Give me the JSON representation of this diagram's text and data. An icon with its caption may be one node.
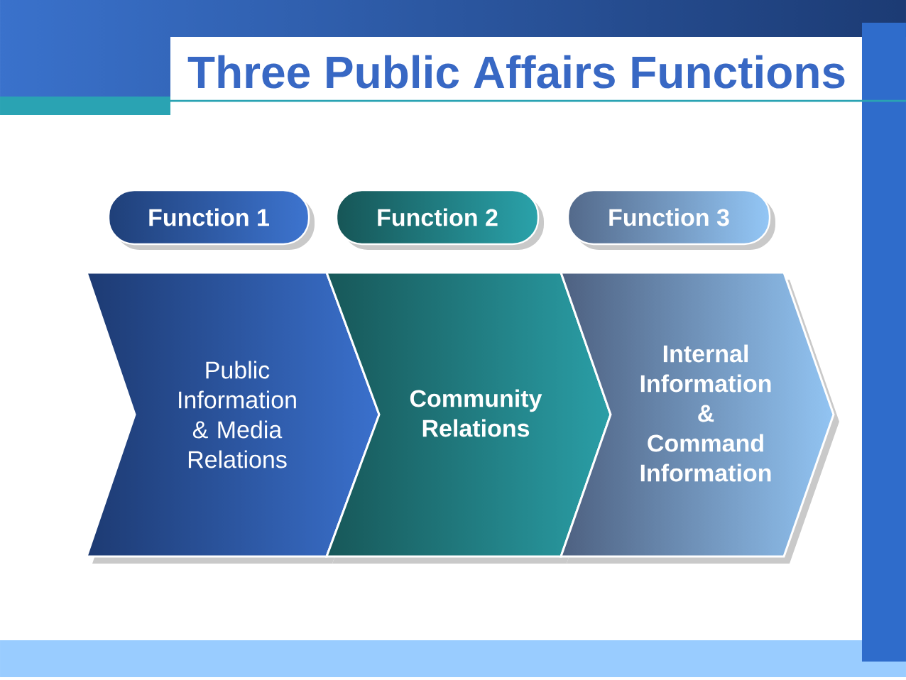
{
  "diagram": {
    "title": "Three Public Affairs Functions",
    "nodes": [
      {
        "text": [
          "Function 1"
        ]
      },
      {
        "text": [
          "Function 2"
        ]
      },
      {
        "text": [
          "Function 3"
        ]
      },
      {
        "text": [
          "Public Information & Media Relations"
        ]
      },
      {
        "text": [
          "Community Relations"
        ]
      },
      {
        "text": [
          "Internal Information & Command Information"
        ]
      }
    ]
  }
}
